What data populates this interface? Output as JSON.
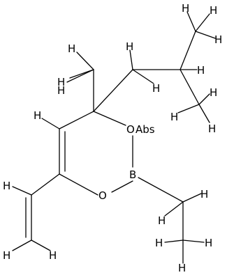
{
  "molecule": {
    "atoms": {
      "abs_label": "Abs",
      "oxygen_top": "O",
      "oxygen_bottom": "O",
      "boron": "B",
      "hydrogen": "H"
    }
  }
}
